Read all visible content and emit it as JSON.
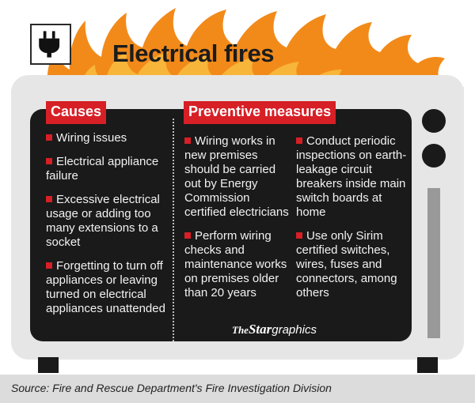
{
  "title": "Electrical fires",
  "causes": {
    "heading": "Causes",
    "items": [
      "Wiring issues",
      "Electrical appliance failure",
      "Excessive electrical usage or adding too many extensions to a socket",
      "Forgetting to turn off appliances or leaving turned on electrical appliances unattended"
    ]
  },
  "measures": {
    "heading": "Preventive measures",
    "left_items": [
      "Wiring works in new premises should be carried out by Energy Commission certified electricians",
      "Perform wiring checks and maintenance works on premises older than 20 years"
    ],
    "right_items": [
      "Conduct periodic inspections on earth-leakage circuit breakers inside main switch boards at home",
      "Use only Sirim certified switches, wires, fuses and connectors, among others"
    ]
  },
  "logo": {
    "the": "The",
    "star": "Star",
    "graphics": "graphics"
  },
  "source": "Source: Fire and Rescue Department's Fire Investigation Division",
  "icons": [
    "flames-icon",
    "plug-icon"
  ],
  "colors": {
    "accent": "#d71f26",
    "screen": "#1a1a1a",
    "flame_outer": "#f28a1a",
    "flame_inner": "#f7b53a"
  }
}
